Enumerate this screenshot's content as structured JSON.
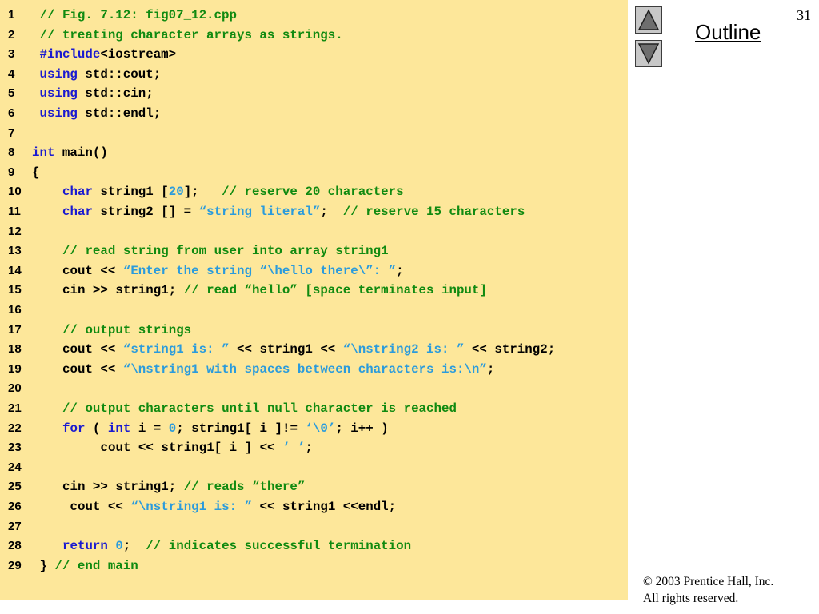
{
  "slide": {
    "page_number": "31",
    "outline_label": "Outline",
    "nav": {
      "up_icon": "triangle-up-icon",
      "down_icon": "triangle-down-icon"
    },
    "copyright_line1": "© 2003 Prentice Hall, Inc.",
    "copyright_line2": "All rights reserved."
  },
  "colors": {
    "panel": "#fde79a",
    "keyword": "#1a1ad0",
    "comment": "#108a10",
    "string": "#2a9bdc"
  },
  "code": [
    {
      "num": "1",
      "indent": 1,
      "segs": [
        [
          "cm",
          "// Fig. 7.12: fig07_12.cpp"
        ]
      ]
    },
    {
      "num": "2",
      "indent": 1,
      "segs": [
        [
          "cm",
          "// treating character arrays as strings."
        ]
      ]
    },
    {
      "num": "3",
      "indent": 1,
      "segs": [
        [
          "kw",
          "#include"
        ],
        [
          "",
          "<iostream>"
        ]
      ]
    },
    {
      "num": "4",
      "indent": 1,
      "segs": [
        [
          "kw",
          "using"
        ],
        [
          "",
          " std::cout;"
        ]
      ]
    },
    {
      "num": "5",
      "indent": 1,
      "segs": [
        [
          "kw",
          "using"
        ],
        [
          "",
          " std::cin;"
        ]
      ]
    },
    {
      "num": "6",
      "indent": 1,
      "segs": [
        [
          "kw",
          "using"
        ],
        [
          "",
          " std::endl;"
        ]
      ]
    },
    {
      "num": "7",
      "indent": 0,
      "segs": []
    },
    {
      "num": "8",
      "indent": 0,
      "segs": [
        [
          "kw",
          "int"
        ],
        [
          "",
          " main()"
        ]
      ]
    },
    {
      "num": "9",
      "indent": 0,
      "segs": [
        [
          "",
          "{"
        ]
      ]
    },
    {
      "num": "10",
      "indent": 4,
      "segs": [
        [
          "kw",
          "char"
        ],
        [
          "",
          " string1 ["
        ],
        [
          "st",
          "20"
        ],
        [
          "",
          "];   "
        ],
        [
          "cm",
          "// reserve 20 characters"
        ]
      ]
    },
    {
      "num": "11",
      "indent": 4,
      "segs": [
        [
          "kw",
          "char"
        ],
        [
          "",
          " string2 [] = "
        ],
        [
          "st",
          "“string literal”"
        ],
        [
          "",
          ";  "
        ],
        [
          "cm",
          "// reserve 15 characters"
        ]
      ]
    },
    {
      "num": "12",
      "indent": 0,
      "segs": []
    },
    {
      "num": "13",
      "indent": 4,
      "segs": [
        [
          "cm",
          "// read string from user into array string1"
        ]
      ]
    },
    {
      "num": "14",
      "indent": 4,
      "segs": [
        [
          "",
          "cout << "
        ],
        [
          "st",
          "“Enter the string “\\hello there\\”: ”"
        ],
        [
          "",
          ";"
        ]
      ]
    },
    {
      "num": "15",
      "indent": 4,
      "segs": [
        [
          "",
          "cin >> string1; "
        ],
        [
          "cm",
          "// read “hello” [space terminates input]"
        ]
      ]
    },
    {
      "num": "16",
      "indent": 0,
      "segs": []
    },
    {
      "num": "17",
      "indent": 4,
      "segs": [
        [
          "cm",
          "// output strings"
        ]
      ]
    },
    {
      "num": "18",
      "indent": 4,
      "segs": [
        [
          "",
          "cout << "
        ],
        [
          "st",
          "“string1 is: ”"
        ],
        [
          "",
          " << string1 << "
        ],
        [
          "st",
          "“\\nstring2 is: ”"
        ],
        [
          "",
          " << string2;"
        ]
      ]
    },
    {
      "num": "19",
      "indent": 4,
      "segs": [
        [
          "",
          "cout << "
        ],
        [
          "st",
          "“\\nstring1 with spaces between characters is:\\n”"
        ],
        [
          "",
          ";"
        ]
      ]
    },
    {
      "num": "20",
      "indent": 0,
      "segs": []
    },
    {
      "num": "21",
      "indent": 4,
      "segs": [
        [
          "cm",
          "// output characters until null character is reached"
        ]
      ]
    },
    {
      "num": "22",
      "indent": 4,
      "segs": [
        [
          "kw",
          "for"
        ],
        [
          "",
          " ( "
        ],
        [
          "kw",
          "int"
        ],
        [
          "",
          " i = "
        ],
        [
          "st",
          "0"
        ],
        [
          "",
          "; string1[ i ]!= "
        ],
        [
          "st",
          "‘\\0’"
        ],
        [
          "",
          "; i++ )"
        ]
      ]
    },
    {
      "num": "23",
      "indent": 9,
      "segs": [
        [
          "",
          "cout << string1[ i ] << "
        ],
        [
          "st",
          "‘ ’"
        ],
        [
          "",
          ";"
        ]
      ]
    },
    {
      "num": "24",
      "indent": 0,
      "segs": []
    },
    {
      "num": "25",
      "indent": 4,
      "segs": [
        [
          "",
          "cin >> string1; "
        ],
        [
          "cm",
          "// reads “there”"
        ]
      ]
    },
    {
      "num": "26",
      "indent": 5,
      "segs": [
        [
          "",
          "cout << "
        ],
        [
          "st",
          "“\\nstring1 is: ”"
        ],
        [
          "",
          " << string1 <<endl;"
        ]
      ]
    },
    {
      "num": "27",
      "indent": 0,
      "segs": []
    },
    {
      "num": "28",
      "indent": 4,
      "segs": [
        [
          "kw",
          "return"
        ],
        [
          "",
          " "
        ],
        [
          "st",
          "0"
        ],
        [
          "",
          ";  "
        ],
        [
          "cm",
          "// indicates successful termination"
        ]
      ]
    },
    {
      "num": "29",
      "indent": 1,
      "segs": [
        [
          "",
          "} "
        ],
        [
          "cm",
          "// end main"
        ]
      ]
    }
  ]
}
